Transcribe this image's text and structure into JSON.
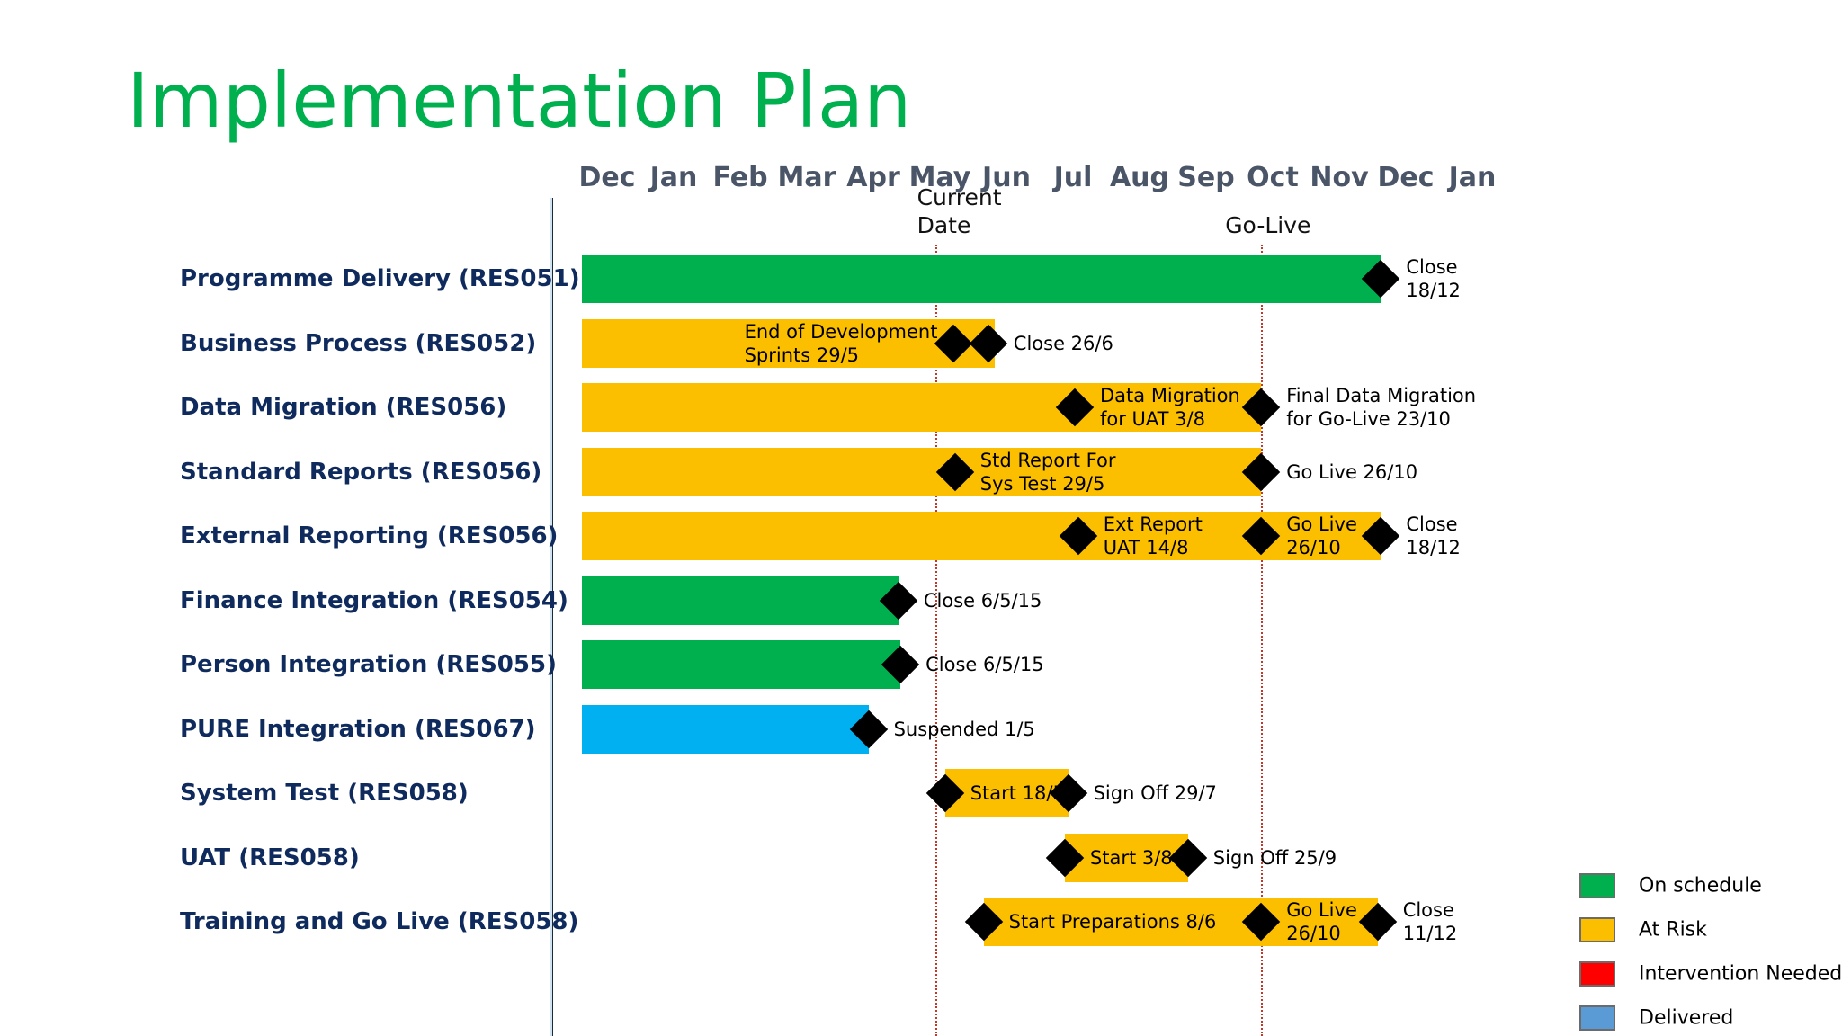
{
  "title": "Implementation Plan",
  "chart_data": {
    "type": "gantt",
    "months": [
      "Dec",
      "Jan",
      "Feb",
      "Mar",
      "Apr",
      "May",
      "Jun",
      "Jul",
      "Aug",
      "Sep",
      "Oct",
      "Nov",
      "Dec",
      "Jan"
    ],
    "markers": [
      {
        "label": "Current\nDate",
        "month": 5.4
      },
      {
        "label": "Go-Live",
        "month": 10.3
      }
    ],
    "statuses": [
      {
        "name": "On schedule",
        "color": "#00b04f"
      },
      {
        "name": "At Risk",
        "color": "#fbbf00"
      },
      {
        "name": "Intervention Needed",
        "color": "#ff0000"
      },
      {
        "name": "Delivered",
        "color": "#5b9bd5"
      }
    ],
    "tasks": [
      {
        "label": "Programme Delivery (RES051)",
        "status_color": "#00b04f",
        "start": 0.1,
        "end": 12.1,
        "milestones": [
          {
            "month": 12.1,
            "label": "Close\n18/12",
            "label_side": "right"
          }
        ]
      },
      {
        "label": "Business Process (RES052)",
        "status_color": "#fbbf00",
        "start": 0.1,
        "end": 6.3,
        "milestones": [
          {
            "month": 5.67,
            "label": "End of Development\nSprints 29/5",
            "label_side": "left"
          },
          {
            "month": 6.2,
            "label": "Close 26/6",
            "label_side": "right"
          }
        ]
      },
      {
        "label": "Data Migration (RES056)",
        "status_color": "#fbbf00",
        "start": 0.1,
        "end": 10.3,
        "milestones": [
          {
            "month": 7.5,
            "label": "Data Migration\nfor UAT 3/8",
            "label_side": "right"
          },
          {
            "month": 10.3,
            "label": "Final Data Migration\nfor Go-Live 23/10",
            "label_side": "right"
          }
        ]
      },
      {
        "label": "Standard Reports (RES056)",
        "status_color": "#fbbf00",
        "start": 0.1,
        "end": 10.3,
        "milestones": [
          {
            "month": 5.7,
            "label": "Std Report For\nSys Test 29/5",
            "label_side": "right"
          },
          {
            "month": 10.3,
            "label": "Go Live 26/10",
            "label_side": "right"
          }
        ]
      },
      {
        "label": "External Reporting (RES056)",
        "status_color": "#fbbf00",
        "start": 0.1,
        "end": 12.1,
        "milestones": [
          {
            "month": 7.55,
            "label": "Ext Report\nUAT 14/8",
            "label_side": "right"
          },
          {
            "month": 10.3,
            "label": "Go Live\n26/10",
            "label_side": "right"
          },
          {
            "month": 12.1,
            "label": "Close\n18/12",
            "label_side": "right"
          }
        ]
      },
      {
        "label": "Finance Integration (RES054)",
        "status_color": "#00b04f",
        "start": 0.1,
        "end": 4.85,
        "milestones": [
          {
            "month": 4.85,
            "label": "Close 6/5/15",
            "label_side": "right"
          }
        ]
      },
      {
        "label": "Person Integration (RES055)",
        "status_color": "#00b04f",
        "start": 0.1,
        "end": 4.88,
        "milestones": [
          {
            "month": 4.88,
            "label": "Close 6/5/15",
            "label_side": "right"
          }
        ]
      },
      {
        "label": "PURE Integration (RES067)",
        "status_color": "#00b0f0",
        "start": 0.1,
        "end": 4.4,
        "milestones": [
          {
            "month": 4.4,
            "label": "Suspended 1/5",
            "label_side": "right"
          }
        ]
      },
      {
        "label": "System Test (RES058)",
        "status_color": "#fbbf00",
        "start": 5.55,
        "end": 7.4,
        "milestones": [
          {
            "month": 5.55,
            "label": "Start 18/5",
            "label_side": "right"
          },
          {
            "month": 7.4,
            "label": "Sign Off 29/7",
            "label_side": "right"
          }
        ]
      },
      {
        "label": "UAT (RES058)",
        "status_color": "#fbbf00",
        "start": 7.35,
        "end": 9.2,
        "milestones": [
          {
            "month": 7.35,
            "label": "Start 3/8",
            "label_side": "right"
          },
          {
            "month": 9.2,
            "label": "Sign Off 25/9",
            "label_side": "right"
          }
        ]
      },
      {
        "label": "Training and Go Live (RES058)",
        "status_color": "#fbbf00",
        "start": 6.13,
        "end": 12.05,
        "milestones": [
          {
            "month": 6.13,
            "label": "Start Preparations 8/6",
            "label_side": "right"
          },
          {
            "month": 10.3,
            "label": "Go Live\n26/10",
            "label_side": "right"
          },
          {
            "month": 12.05,
            "label": "Close\n11/12",
            "label_side": "right"
          }
        ]
      }
    ]
  }
}
